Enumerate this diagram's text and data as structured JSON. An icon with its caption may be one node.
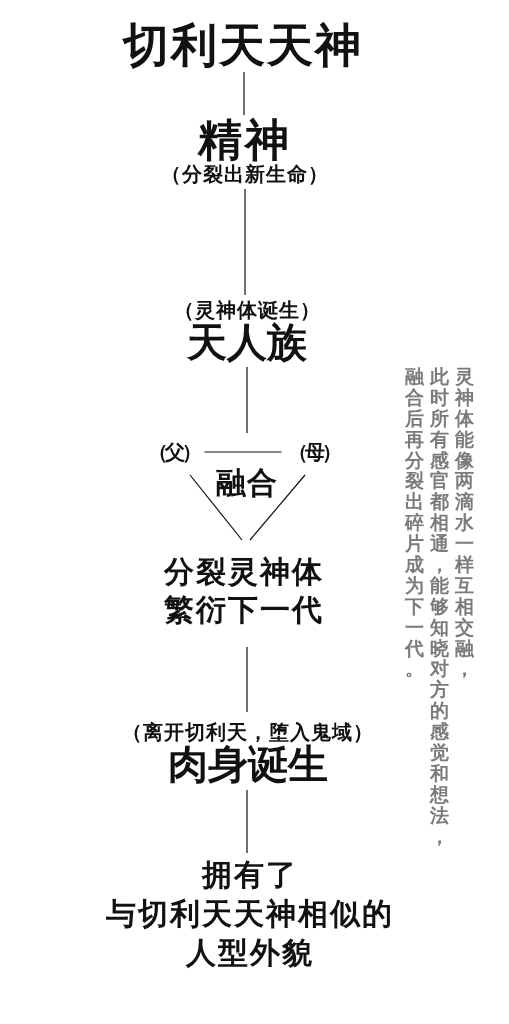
{
  "diagram": {
    "nodes": [
      {
        "text": [
          "切利天天神"
        ]
      },
      {
        "text": [
          "精神",
          "（分裂出新生命）"
        ]
      },
      {
        "text": [
          "（灵神体诞生）",
          "天人族"
        ]
      },
      {
        "text": [
          "（父）"
        ]
      },
      {
        "text": [
          "（母）"
        ]
      },
      {
        "text": [
          "分裂灵神体繁衍下一代"
        ]
      },
      {
        "text": [
          "（离开切利天，堕入鬼域）",
          "肉身诞生"
        ]
      },
      {
        "text": [
          "拥有了与切利天天神相似的人型外貌"
        ]
      }
    ],
    "edges": [
      {
        "from": 0,
        "to": 1,
        "arrow": "none"
      },
      {
        "from": 1,
        "to": 2,
        "arrow": "none"
      },
      {
        "from": 2,
        "to": null,
        "arrow": "none"
      },
      {
        "from": 3,
        "to": 4,
        "arrow": "none"
      },
      {
        "from": 3,
        "to": 5,
        "arrow": "none"
      },
      {
        "from": 4,
        "to": 5,
        "arrow": "none"
      },
      {
        "from": 5,
        "to": 6,
        "arrow": "none"
      },
      {
        "from": 6,
        "to": 7,
        "arrow": "none"
      }
    ],
    "labels": [
      "融合",
      "灵神体能像两滴水一样互相交融，此时所有感官都相通，能够知晓对方的感觉和想法，融合后再分裂出碎片成为下一代。"
    ]
  }
}
